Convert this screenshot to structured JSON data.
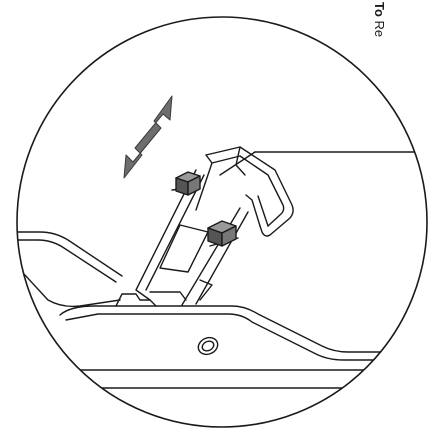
{
  "caption": {
    "line_bold": "To",
    "line_regular": "Re"
  },
  "figure": {
    "icons": [
      "detail-magnifier-circle",
      "double-headed-arrow",
      "latch-clip",
      "screw-hole"
    ],
    "colors": {
      "line": "#1a1a1a",
      "arrow_fill": "#6e6e6e",
      "tab_fill": "#555555",
      "background": "#ffffff"
    }
  }
}
